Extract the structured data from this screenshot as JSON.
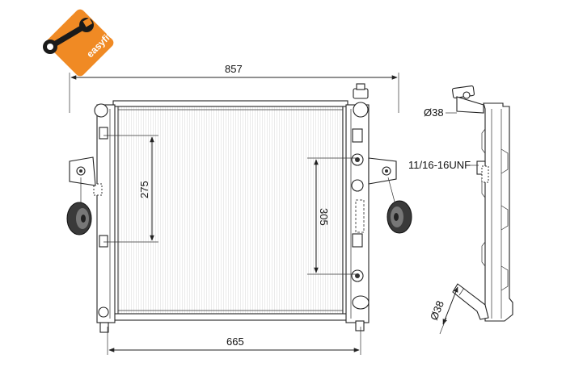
{
  "logo": {
    "text": "easyfit",
    "color": "#F08A24",
    "icon": "wrench-icon"
  },
  "dimensions": {
    "overall_width": "857",
    "core_width": "665",
    "left_height": "275",
    "right_height": "305",
    "filler_neck_diameter": "Ø38",
    "thread_spec": "11/16-16UNF",
    "outlet_diameter": "Ø38"
  }
}
